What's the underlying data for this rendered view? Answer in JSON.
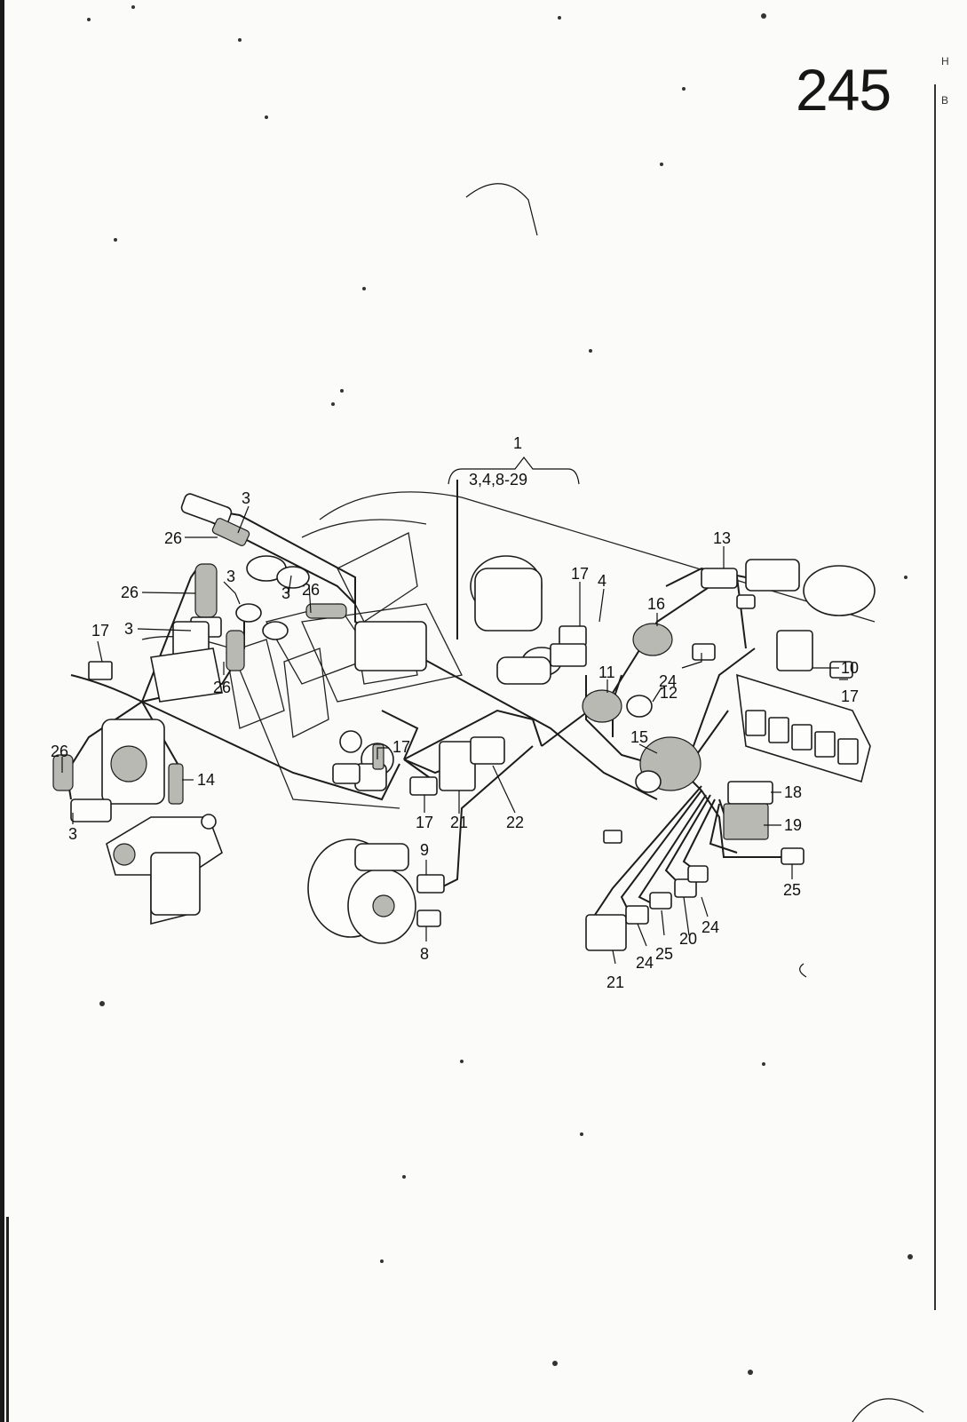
{
  "page": {
    "number": "245",
    "corner_top": "H",
    "corner_side": "B"
  },
  "diagram": {
    "group_label": "1",
    "group_range": "3,4,8-29",
    "callouts": {
      "c3a": "3",
      "c26a": "26",
      "c26b": "26",
      "c3b": "3",
      "c3c": "3",
      "c26c": "26",
      "c17a": "17",
      "c3d": "3",
      "c26d": "26",
      "c26e": "26",
      "c14": "14",
      "c3e": "3",
      "c17b": "17",
      "c17c": "17",
      "c21a": "21",
      "c22": "22",
      "c9": "9",
      "c8": "8",
      "c17d": "17",
      "c4": "4",
      "c13": "13",
      "c16": "16",
      "c10": "10",
      "c17e": "17",
      "c24a": "24",
      "c11": "11",
      "c12": "12",
      "c15": "15",
      "c18": "18",
      "c19": "19",
      "c25a": "25",
      "c24b": "24",
      "c20": "20",
      "c25b": "25",
      "c24c": "24",
      "c21b": "21"
    }
  }
}
